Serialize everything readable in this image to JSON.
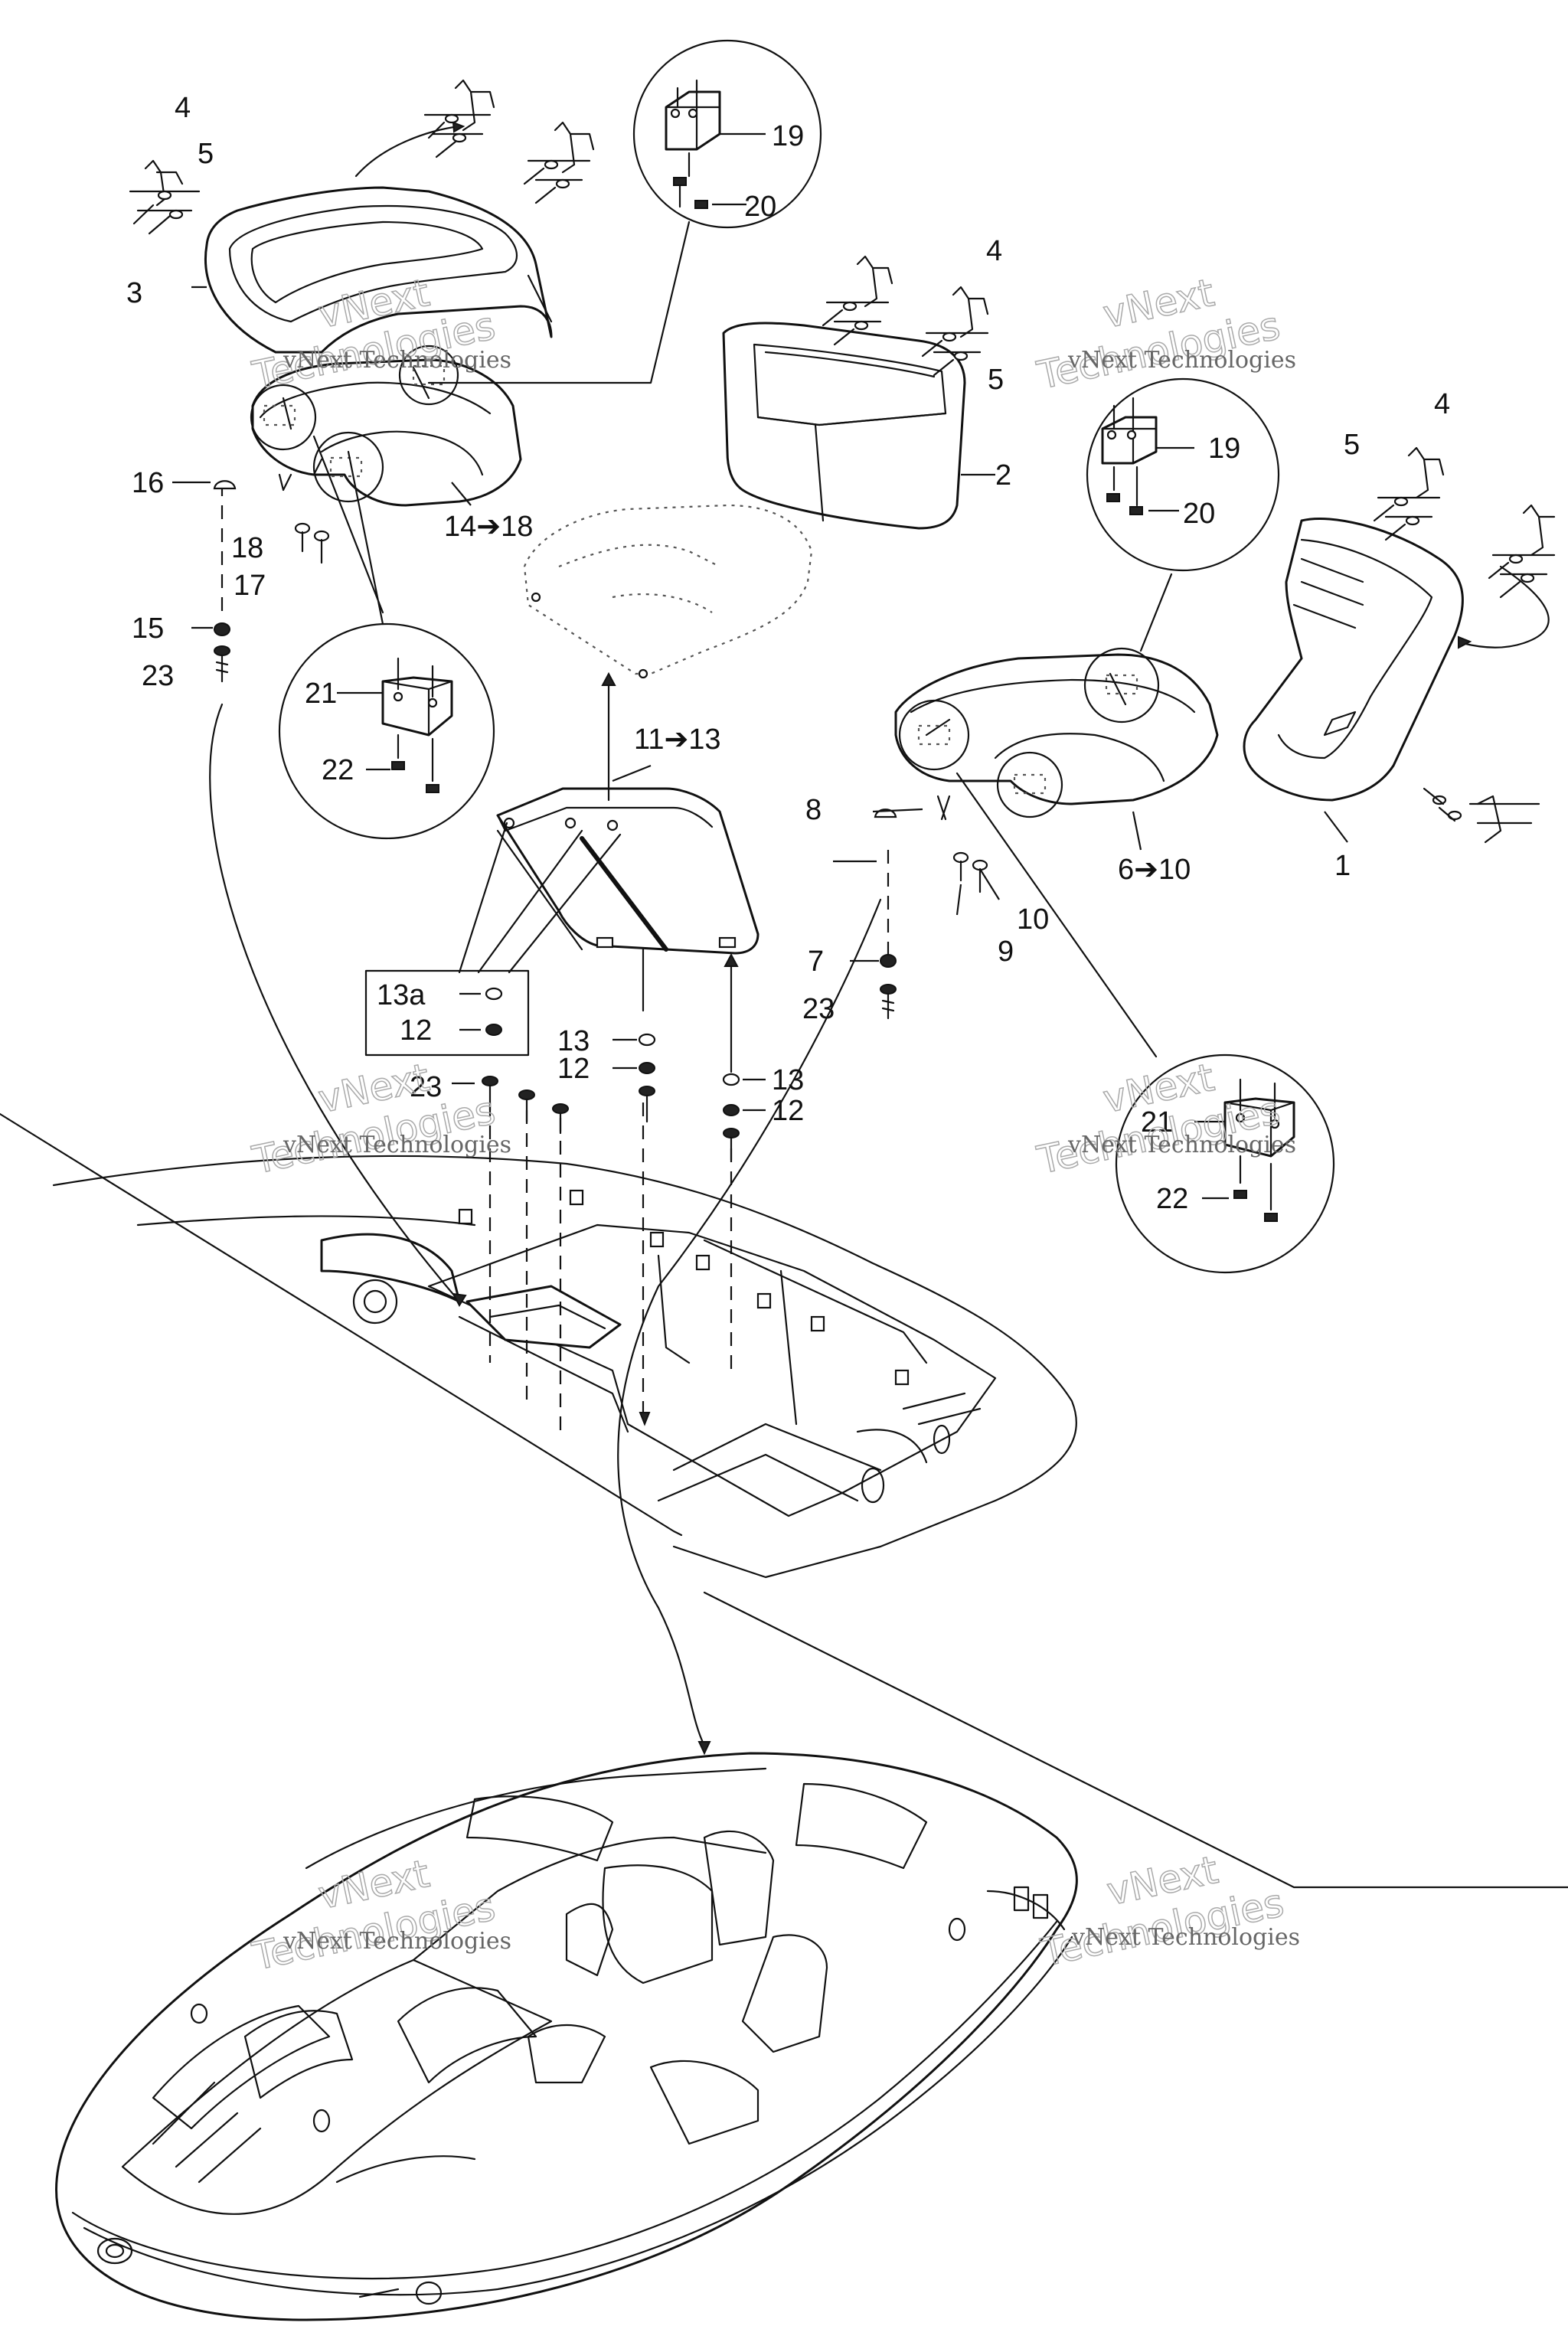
{
  "watermark": {
    "line1": "vNext",
    "line2": "Technologies",
    "full": "vNext Technologies"
  },
  "callouts": {
    "c1": "1",
    "c2": "2",
    "c3": "3",
    "c4": "4",
    "c5": "5",
    "c6_10": "6➔10",
    "c7": "7",
    "c8": "8",
    "c9": "9",
    "c10": "10",
    "c11_13": "11➔13",
    "c12": "12",
    "c13": "13",
    "c13a": "13a",
    "c14_18": "14➔18",
    "c15": "15",
    "c16": "16",
    "c17": "17",
    "c18": "18",
    "c19": "19",
    "c20": "20",
    "c21": "21",
    "c22": "22",
    "c23": "23"
  }
}
